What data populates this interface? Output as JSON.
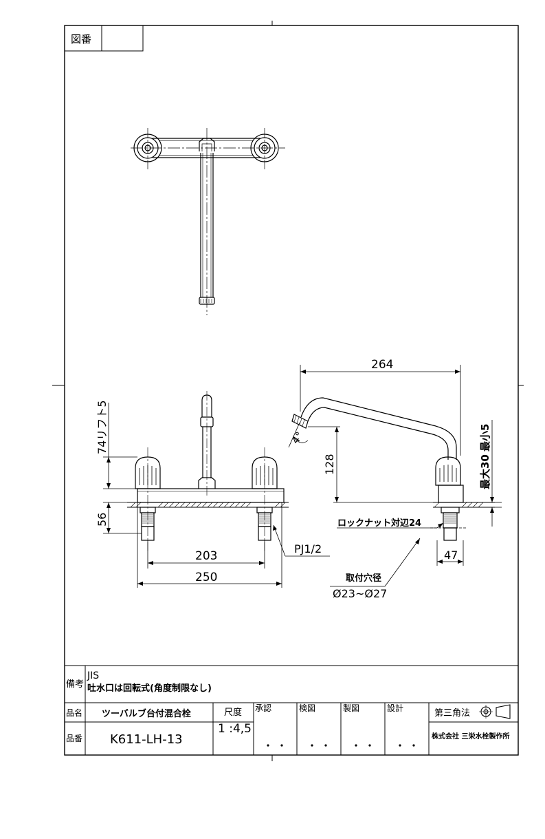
{
  "sheet": {
    "drawing_no_label": "図番",
    "drawing_no_value": ""
  },
  "dimensions": {
    "reach": "264",
    "handle_height": "74リフト5",
    "base_height": "56",
    "spout_height": "128",
    "angle": "4°",
    "max_thickness": "最大30",
    "min_thickness": "最小5",
    "inner_pitch": "203",
    "outer_pitch": "250",
    "thread": "PJ1/2",
    "locknut": "ロックナット対辺24",
    "hole_label": "取付穴径",
    "hole_value": "Ø23~Ø27",
    "nut_width": "47"
  },
  "titleblock": {
    "remarks_label": "備考",
    "remarks_line1": "JIS",
    "remarks_line2": "吐水口は回転式(角度制限なし)",
    "name_label": "品名",
    "name_value": "ツーバルブ台付混合栓",
    "number_label": "品番",
    "number_value": "K611-LH-13",
    "scale_label": "尺度",
    "scale_value": "1 :4,5",
    "approve_label": "承認",
    "inspect_label": "検図",
    "drafter_label": "製図",
    "design_label": "設計",
    "projection_label": "第三角法",
    "company": "株式会社 三栄水栓製作所"
  }
}
